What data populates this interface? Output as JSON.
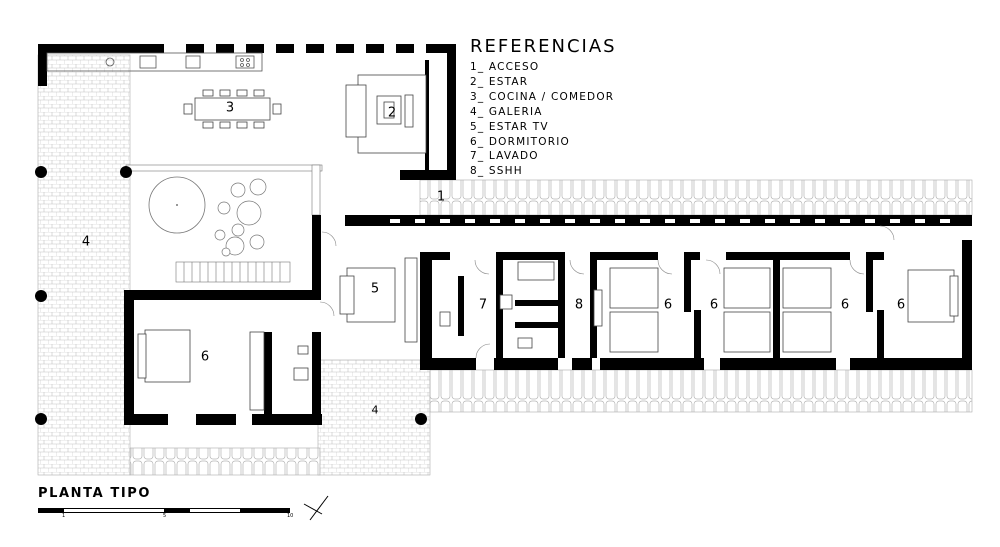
{
  "legend": {
    "title": "REFERENCIAS",
    "items": [
      "1_ ACCESO",
      "2_ ESTAR",
      "3_ COCINA / COMEDOR",
      "4_ GALERIA",
      "5_ ESTAR TV",
      "6_ DORMITORIO",
      "7_ LAVADO",
      "8_ SSHH"
    ]
  },
  "plan_title": "PLANTA TIPO",
  "scale_bar": {
    "labels": [
      "1",
      "5",
      "10"
    ]
  },
  "rooms": {
    "r1": "1",
    "r2": "2",
    "r3": "3",
    "r4a": "4",
    "r4b": "4",
    "r5": "5",
    "r6a": "6",
    "r6b": "6",
    "r6c": "6",
    "r6d": "6",
    "r6e": "6",
    "r7": "7",
    "r8": "8"
  },
  "colors": {
    "wall": "#000000",
    "paving": "#bdbdbd",
    "line": "#7a7a7a"
  }
}
